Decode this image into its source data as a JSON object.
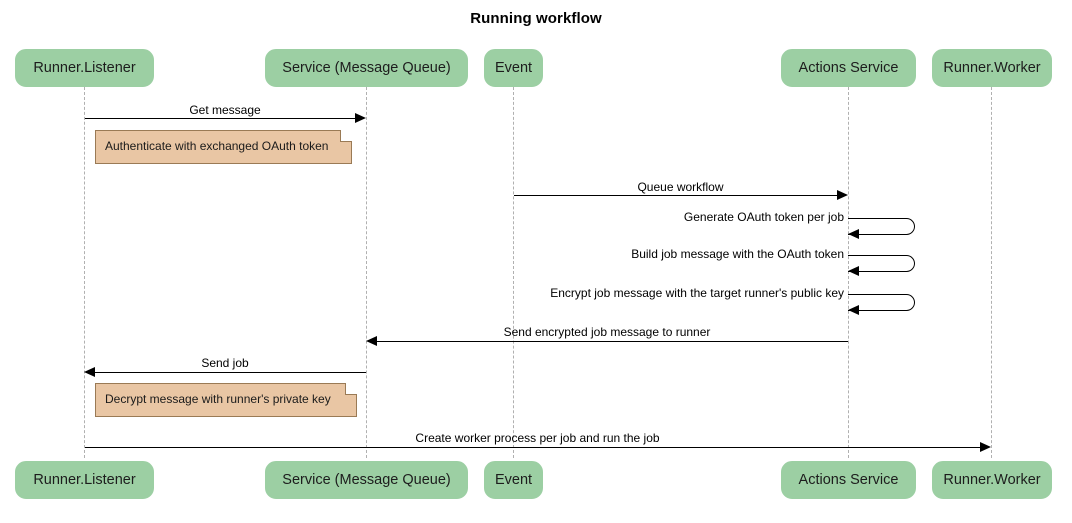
{
  "title": "Running workflow",
  "colors": {
    "participant_fill": "#9ccfa3",
    "note_fill": "#e9c6a4",
    "note_border": "#9a7a55",
    "lifeline": "#b0b0b0",
    "arrow": "#000000",
    "background": "#ffffff"
  },
  "participants": [
    {
      "id": "runner-listener",
      "label": "Runner.Listener"
    },
    {
      "id": "service-message-queue",
      "label": "Service (Message Queue)"
    },
    {
      "id": "event",
      "label": "Event"
    },
    {
      "id": "actions-service",
      "label": "Actions Service"
    },
    {
      "id": "runner-worker",
      "label": "Runner.Worker"
    }
  ],
  "messages": [
    {
      "id": "get-message",
      "label": "Get message",
      "from": "runner-listener",
      "to": "service-message-queue",
      "direction": "right",
      "kind": "call"
    },
    {
      "id": "queue-workflow",
      "label": "Queue workflow",
      "from": "event",
      "to": "actions-service",
      "direction": "right",
      "kind": "call"
    },
    {
      "id": "generate-oauth-token-per-job",
      "label": "Generate OAuth token per job",
      "from": "actions-service",
      "to": "actions-service",
      "direction": "left",
      "kind": "self"
    },
    {
      "id": "build-job-message-with-the-oauth-token",
      "label": "Build job message with the OAuth token",
      "from": "actions-service",
      "to": "actions-service",
      "direction": "left",
      "kind": "self"
    },
    {
      "id": "encrypt-job-message-with-the-target-runners-public-key",
      "label": "Encrypt job message with the target runner's public key",
      "from": "actions-service",
      "to": "actions-service",
      "direction": "left",
      "kind": "self"
    },
    {
      "id": "send-encrypted-job-message-to-runner",
      "label": "Send encrypted job message to runner",
      "from": "actions-service",
      "to": "service-message-queue",
      "direction": "left",
      "kind": "call"
    },
    {
      "id": "send-job",
      "label": "Send job",
      "from": "service-message-queue",
      "to": "runner-listener",
      "direction": "left",
      "kind": "call"
    },
    {
      "id": "create-worker-process-per-job-and-run-the-job",
      "label": "Create worker process per job and run the job",
      "from": "runner-listener",
      "to": "runner-worker",
      "direction": "right",
      "kind": "call"
    }
  ],
  "notes": [
    {
      "id": "authenticate-note",
      "label": "Authenticate with exchanged OAuth token",
      "over": "runner-listener"
    },
    {
      "id": "decrypt-note",
      "label": "Decrypt message with runner's private key",
      "over": "runner-listener"
    }
  ]
}
